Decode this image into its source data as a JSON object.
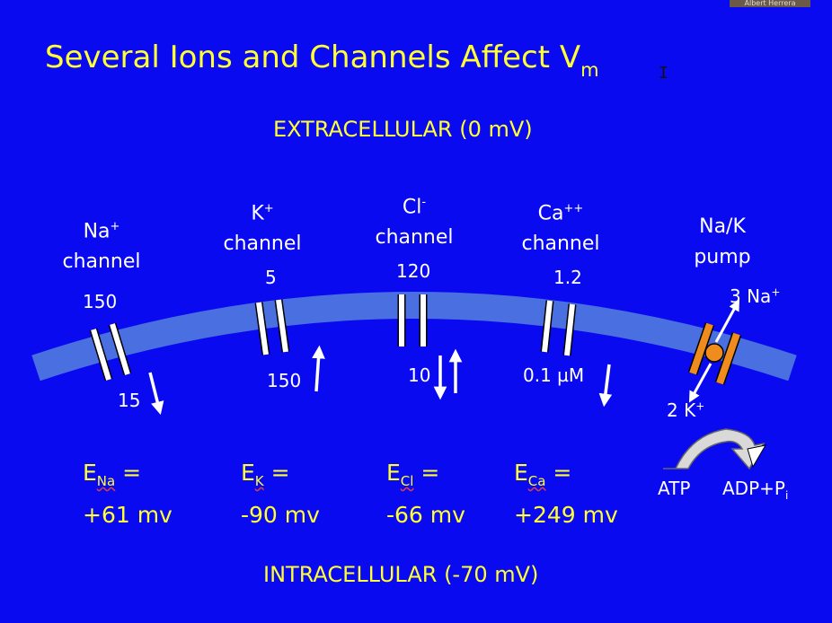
{
  "title": {
    "main": "Several Ions and Channels Affect V",
    "sub": "m"
  },
  "regions": {
    "extracellular": "EXTRACELLULAR (0 mV)",
    "intracellular": "INTRACELLULAR (-70 mV)"
  },
  "presenter": "Albert Herrera",
  "channels": {
    "na": {
      "ion": "Na",
      "charge": "+",
      "word": "channel",
      "out": "150",
      "in": "15"
    },
    "k": {
      "ion": "K",
      "charge": "+",
      "word": "channel",
      "out": "5",
      "in": "150"
    },
    "cl": {
      "ion": "Cl",
      "charge": "-",
      "word": "channel",
      "out": "120",
      "in": "10"
    },
    "ca": {
      "ion": "Ca",
      "charge": "++",
      "word": "channel",
      "out": "1.2",
      "in": "0.1 µM"
    }
  },
  "pump": {
    "line1": "Na/K",
    "line2": "pump",
    "out_count": "3 Na",
    "out_charge": "+",
    "in_count": "2 K",
    "in_charge": "+",
    "atp": "ATP",
    "adp": "ADP+P",
    "adp_sub": "i"
  },
  "potentials": {
    "na": {
      "sym": "E",
      "sub": "Na",
      "eq": " =",
      "value": "+61 mv"
    },
    "k": {
      "sym": "E",
      "sub": "K",
      "eq": " =",
      "value": "-90 mv"
    },
    "cl": {
      "sym": "E",
      "sub": "Cl",
      "eq": " =",
      "value": "-66 mv"
    },
    "ca": {
      "sym": "E",
      "sub": "Ca",
      "eq": " =",
      "value": "+249 mv"
    }
  },
  "colors": {
    "background": "#0a0af0",
    "title": "#ffff33",
    "membrane": "#4a6fe0",
    "pump": "#f08c1e",
    "text": "#ffffff"
  }
}
